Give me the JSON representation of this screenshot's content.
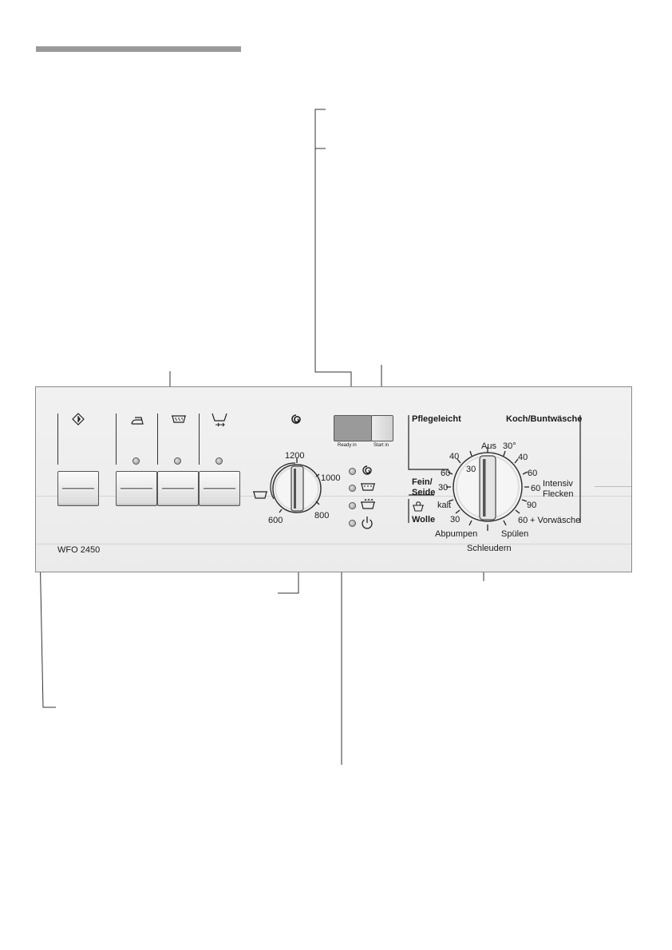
{
  "panel": {
    "model": "WFO 2450",
    "display": {
      "ready_in": "Ready in",
      "start_in": "Start in"
    },
    "buttons": [
      {
        "icon": "start-pause-icon",
        "has_led": false
      },
      {
        "icon": "iron-icon",
        "has_led": true
      },
      {
        "icon": "prewash-tub-icon",
        "has_led": true
      },
      {
        "icon": "rinse-hold-icon",
        "has_led": true
      }
    ],
    "spin_knob": {
      "title_icon": "spin-icon",
      "speeds": [
        "1200",
        "1000",
        "800",
        "600"
      ],
      "no_spin_icon": "rinse-tub-icon"
    },
    "status_leds": [
      "spin-icon",
      "wash-icon",
      "rinse-icon",
      "power-icon"
    ],
    "program_knob": {
      "header_left": "Pflegeleicht",
      "header_right": "Koch/Buntwäsche",
      "top": "Aus",
      "left_temps": [
        "30",
        "40",
        "60"
      ],
      "right_temps": [
        "30°",
        "40",
        "60",
        "60",
        "90",
        "60"
      ],
      "fein_seide": "Fein/\nSeide",
      "fein_temp": "30",
      "wolle": "Wolle",
      "wolle_temps": [
        "kalt",
        "30"
      ],
      "intensiv": "Intensiv",
      "flecken": "Flecken",
      "vorwaesche": "+ Vorwäsche",
      "abpumpen": "Abpumpen",
      "spuelen": "Spülen",
      "schleudern": "Schleudern"
    }
  },
  "colors": {
    "panel_border": "#8a8a8a",
    "display_fill": "#9a9a9a",
    "header_bar": "#9a9a9a"
  }
}
